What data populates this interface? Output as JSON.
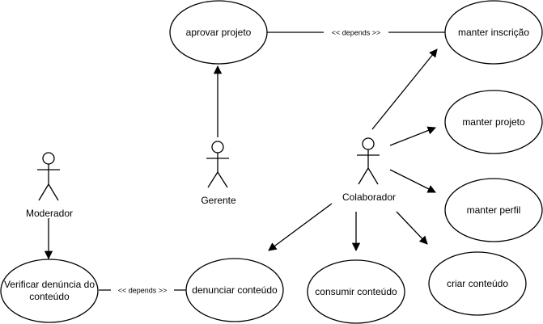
{
  "diagram": {
    "use_cases": {
      "aprovar_projeto": "aprovar projeto",
      "manter_inscricao": "manter inscrição",
      "manter_projeto": "manter projeto",
      "manter_perfil": "manter perfil",
      "criar_conteudo": "criar conteúdo",
      "consumir_conteudo": "consumir conteúdo",
      "denunciar_conteudo": "denunciar conteúdo",
      "verificar_denuncia_line1": "Verificar denúncia do",
      "verificar_denuncia_line2": "conteúdo"
    },
    "actors": {
      "gerente": "Gerente",
      "colaborador": "Colaborador",
      "moderador": "Moderador"
    },
    "relations": {
      "depends_top": "<< depends >>",
      "depends_bottom": "<< depends >>"
    }
  }
}
